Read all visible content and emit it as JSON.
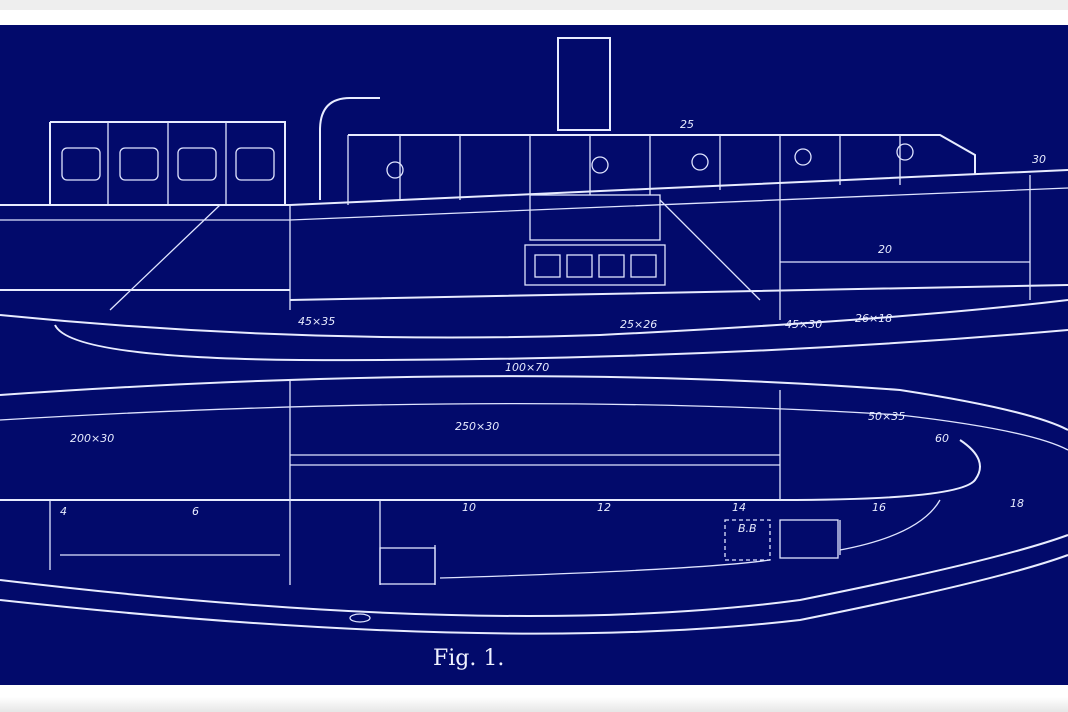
{
  "caption": "Fig. 1.",
  "colors": {
    "background": "#020a6b",
    "lines": "#e8ecff"
  },
  "labels": {
    "beam_top": "100×70",
    "frame_left": "200×30",
    "deck_1": "45×35",
    "deck_2": "25×26",
    "deck_3": "45×30",
    "deck_4": "26×18",
    "frame_right": "50×35",
    "small_1": "60",
    "small_2": "20",
    "small_3": "25",
    "small_4": "30",
    "center": "250×30",
    "mark": "B.B",
    "n4": "4",
    "n6": "6",
    "n10": "10",
    "n12": "12",
    "n14": "14",
    "n16": "16",
    "n18": "18"
  }
}
